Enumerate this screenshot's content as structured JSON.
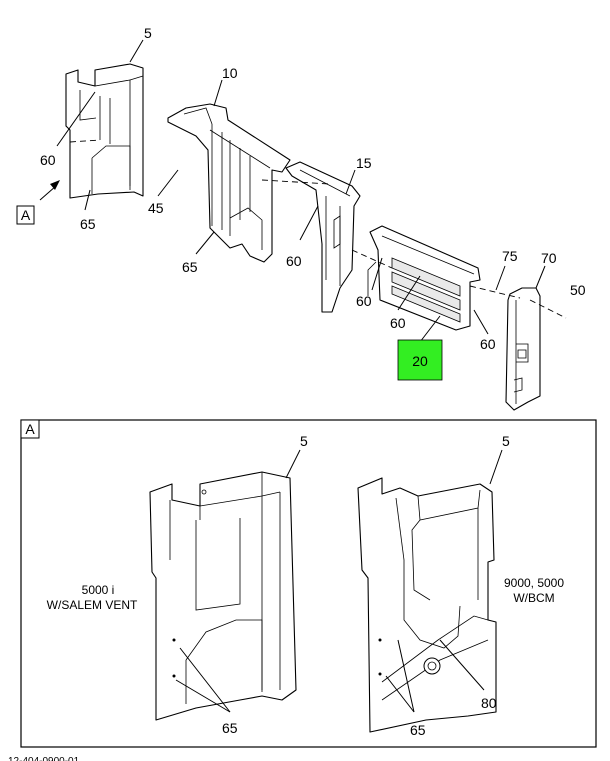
{
  "callouts": {
    "top_5": "5",
    "top_10": "10",
    "top_15": "15",
    "top_45": "45",
    "top_50": "50",
    "top_60_a": "60",
    "top_60_b": "60",
    "top_60_c": "60",
    "top_60_d": "60",
    "top_60_e": "60",
    "top_65_a": "65",
    "top_65_b": "65",
    "top_70": "70",
    "top_75": "75",
    "top_20": "20",
    "detail_5_left": "5",
    "detail_5_right": "5",
    "detail_65_left": "65",
    "detail_65_right": "65",
    "detail_80": "80"
  },
  "view_ref": {
    "marker": "A",
    "detail_marker": "A"
  },
  "variants": {
    "left_line1": "5000 i",
    "left_line2": "W/SALEM VENT",
    "right_line1": "9000, 5000",
    "right_line2": "W/BCM"
  },
  "footer": {
    "drawing_number": "12-404-0900-01"
  },
  "colors": {
    "highlight": "#33ee22",
    "line": "#000000",
    "background": "#ffffff"
  }
}
